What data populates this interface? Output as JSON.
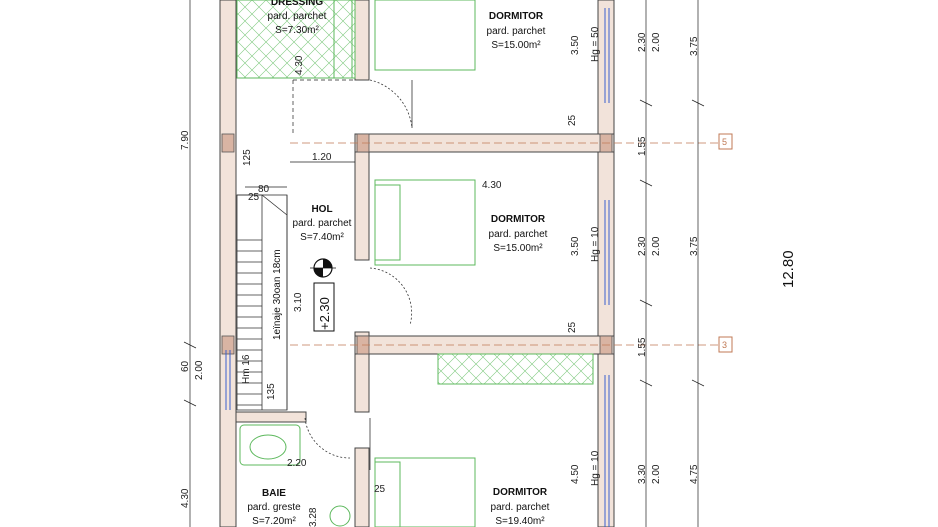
{
  "rooms": {
    "dressing": {
      "name": "DRESSING",
      "finish": "pard. parchet",
      "area": "S=7.30m²"
    },
    "dormitor1": {
      "name": "DORMITOR",
      "finish": "pard. parchet",
      "area": "S=15.00m²"
    },
    "hol": {
      "name": "HOL",
      "finish": "pard. parchet",
      "area": "S=7.40m²"
    },
    "dormitor2": {
      "name": "DORMITOR",
      "finish": "pard. parchet",
      "area": "S=15.00m²"
    },
    "baie": {
      "name": "BAIE",
      "finish": "pard. greste",
      "area": "S=7.20m²"
    },
    "dormitor3": {
      "name": "DORMITOR",
      "finish": "pard. parchet",
      "area": "S=19.40m²"
    }
  },
  "stair": {
    "label": "1eїnaje 30oan 18cm"
  },
  "level": {
    "value": "+2.30"
  },
  "dims": {
    "d_430_top": "4.30",
    "d_790": "7.90",
    "d_125": "125",
    "d_120": "1.20",
    "d_80": "80",
    "d_430_mid": "4.30",
    "d_310": "3.10",
    "d_60": "60",
    "d_200_left": "2.00",
    "d_hm16": "Hm 16",
    "d_135": "135",
    "d_220": "2.20",
    "d_430_bot": "4.30",
    "d_328": "3.28",
    "d_25a": "25",
    "d_25b": "25",
    "d_25c": "25",
    "d_25d": "25",
    "d_350a": "3.50",
    "d_hg50": "Hg = 50",
    "d_350b": "3.50",
    "d_hg10a": "Hg = 10",
    "d_450": "4.50",
    "d_hg10b": "Hg = 10",
    "d_230a": "2.30",
    "d_200a": "2.00",
    "d_155a": "1.55",
    "d_230b": "2.30",
    "d_200b": "2.00",
    "d_155b": "1.55",
    "d_330": "3.30",
    "d_200c": "2.00",
    "d_375a": "3.75",
    "d_375b": "3.75",
    "d_475": "4.75",
    "d_1280": "12.80"
  },
  "axes": {
    "a5": "5",
    "a3": "3"
  },
  "colors": {
    "wall": "#d9b4a3",
    "fixture": "#5cb85c",
    "dim": "#222222",
    "axis": "#c07a55",
    "window": "#3a5fcd"
  }
}
